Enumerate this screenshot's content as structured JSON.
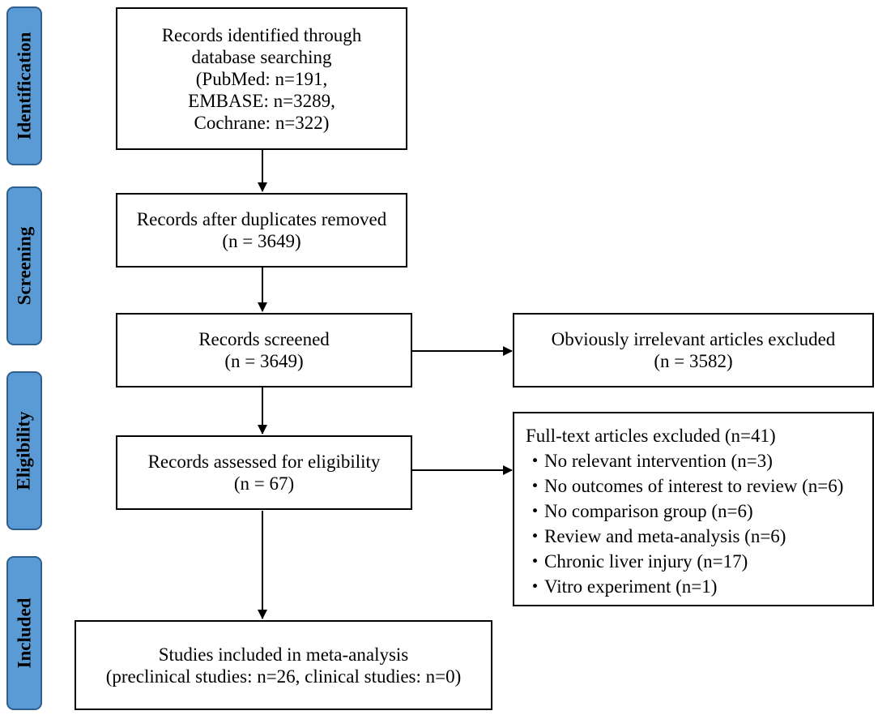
{
  "stages": [
    {
      "id": "identification",
      "label": "Identification"
    },
    {
      "id": "screening",
      "label": "Screening"
    },
    {
      "id": "eligibility",
      "label": "Eligibility"
    },
    {
      "id": "included",
      "label": "Included"
    }
  ],
  "boxes": {
    "identified": {
      "lines": [
        "Records identified through",
        "database searching",
        "(PubMed: n=191,",
        "EMBASE: n=3289,",
        "Cochrane: n=322)"
      ]
    },
    "duplicates_removed": {
      "lines": [
        "Records after duplicates removed",
        "(n = 3649)"
      ]
    },
    "screened": {
      "lines": [
        "Records screened",
        "(n = 3649)"
      ]
    },
    "irrelevant_excluded": {
      "lines": [
        "Obviously irrelevant articles excluded",
        "(n = 3582)"
      ]
    },
    "eligibility_assessed": {
      "lines": [
        "Records assessed for eligibility",
        "(n = 67)"
      ]
    },
    "fulltext_excluded": {
      "title": "Full-text articles excluded (n=41)",
      "items": [
        "・No relevant intervention (n=3)",
        "・No outcomes of interest to review (n=6)",
        "・No comparison group (n=6)",
        "・Review and meta-analysis (n=6)",
        "・Chronic liver injury (n=17)",
        "・Vitro experiment (n=1)"
      ]
    },
    "included_studies": {
      "lines": [
        "Studies included in meta-analysis",
        "(preclinical studies: n=26, clinical studies: n=0)"
      ]
    }
  }
}
